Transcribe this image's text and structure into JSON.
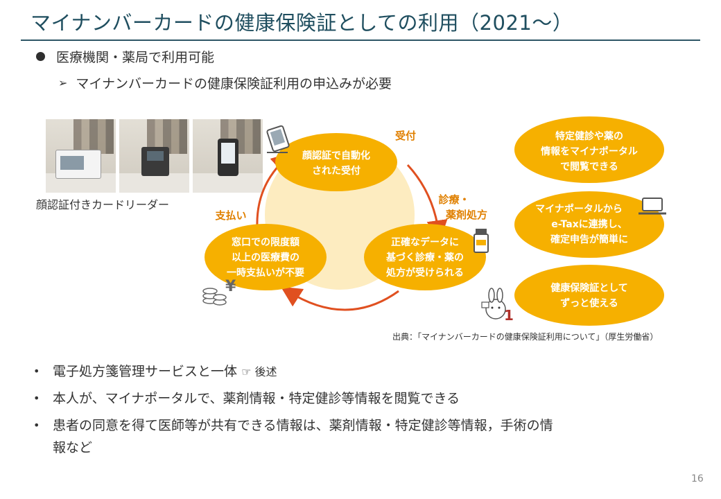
{
  "title": "マイナンバーカードの健康保険証としての利用（2021～）",
  "bullet1": "医療機関・薬局で利用可能",
  "sub_bullet_marker": "➢",
  "sub_bullet": "マイナンバーカードの健康保険証利用の申込みが必要",
  "photo_caption": "顔認証付きカードリーダー",
  "cycle": {
    "node_reception": [
      "顔認証で自動化",
      "された受付"
    ],
    "node_prescription": [
      "正確なデータに",
      "基づく診療・薬の",
      "処方が受けられる"
    ],
    "node_payment": [
      "窓口での限度額",
      "以上の医療費の",
      "一時支払いが不要"
    ],
    "label_reception": "受付",
    "label_treatment": [
      "診療・",
      "薬剤処方"
    ],
    "label_payment": "支払い"
  },
  "benefits": [
    [
      "特定健診や薬の",
      "情報をマイナポータル",
      "で閲覧できる"
    ],
    [
      "マイナポータルから",
      "e-Taxに連携し、",
      "確定申告が簡単に"
    ],
    [
      "健康保険証として",
      "ずっと使える"
    ]
  ],
  "yen_symbol": "¥",
  "mascot_number": "1",
  "source": "出典：「マイナンバーカードの健康保険証利用について」（厚生労働省）",
  "bullet_marker": "•",
  "bullets": [
    {
      "text": "電子処方箋管理サービスと一体",
      "note": "☞ 後述"
    },
    {
      "text": "本人が、マイナポータルで、薬剤情報・特定健診等情報を閲覧できる",
      "note": ""
    },
    {
      "text": "患者の同意を得て医師等が共有できる情報は、薬剤情報・特定健診等情報，手術の情",
      "text2": "報など",
      "note": ""
    }
  ],
  "page_number": "16",
  "colors": {
    "title": "#1f4e5f",
    "orange": "#f6b000",
    "orange_text": "#e08000",
    "pale_circle": "#fdecc0",
    "arrow": "#e05020"
  }
}
